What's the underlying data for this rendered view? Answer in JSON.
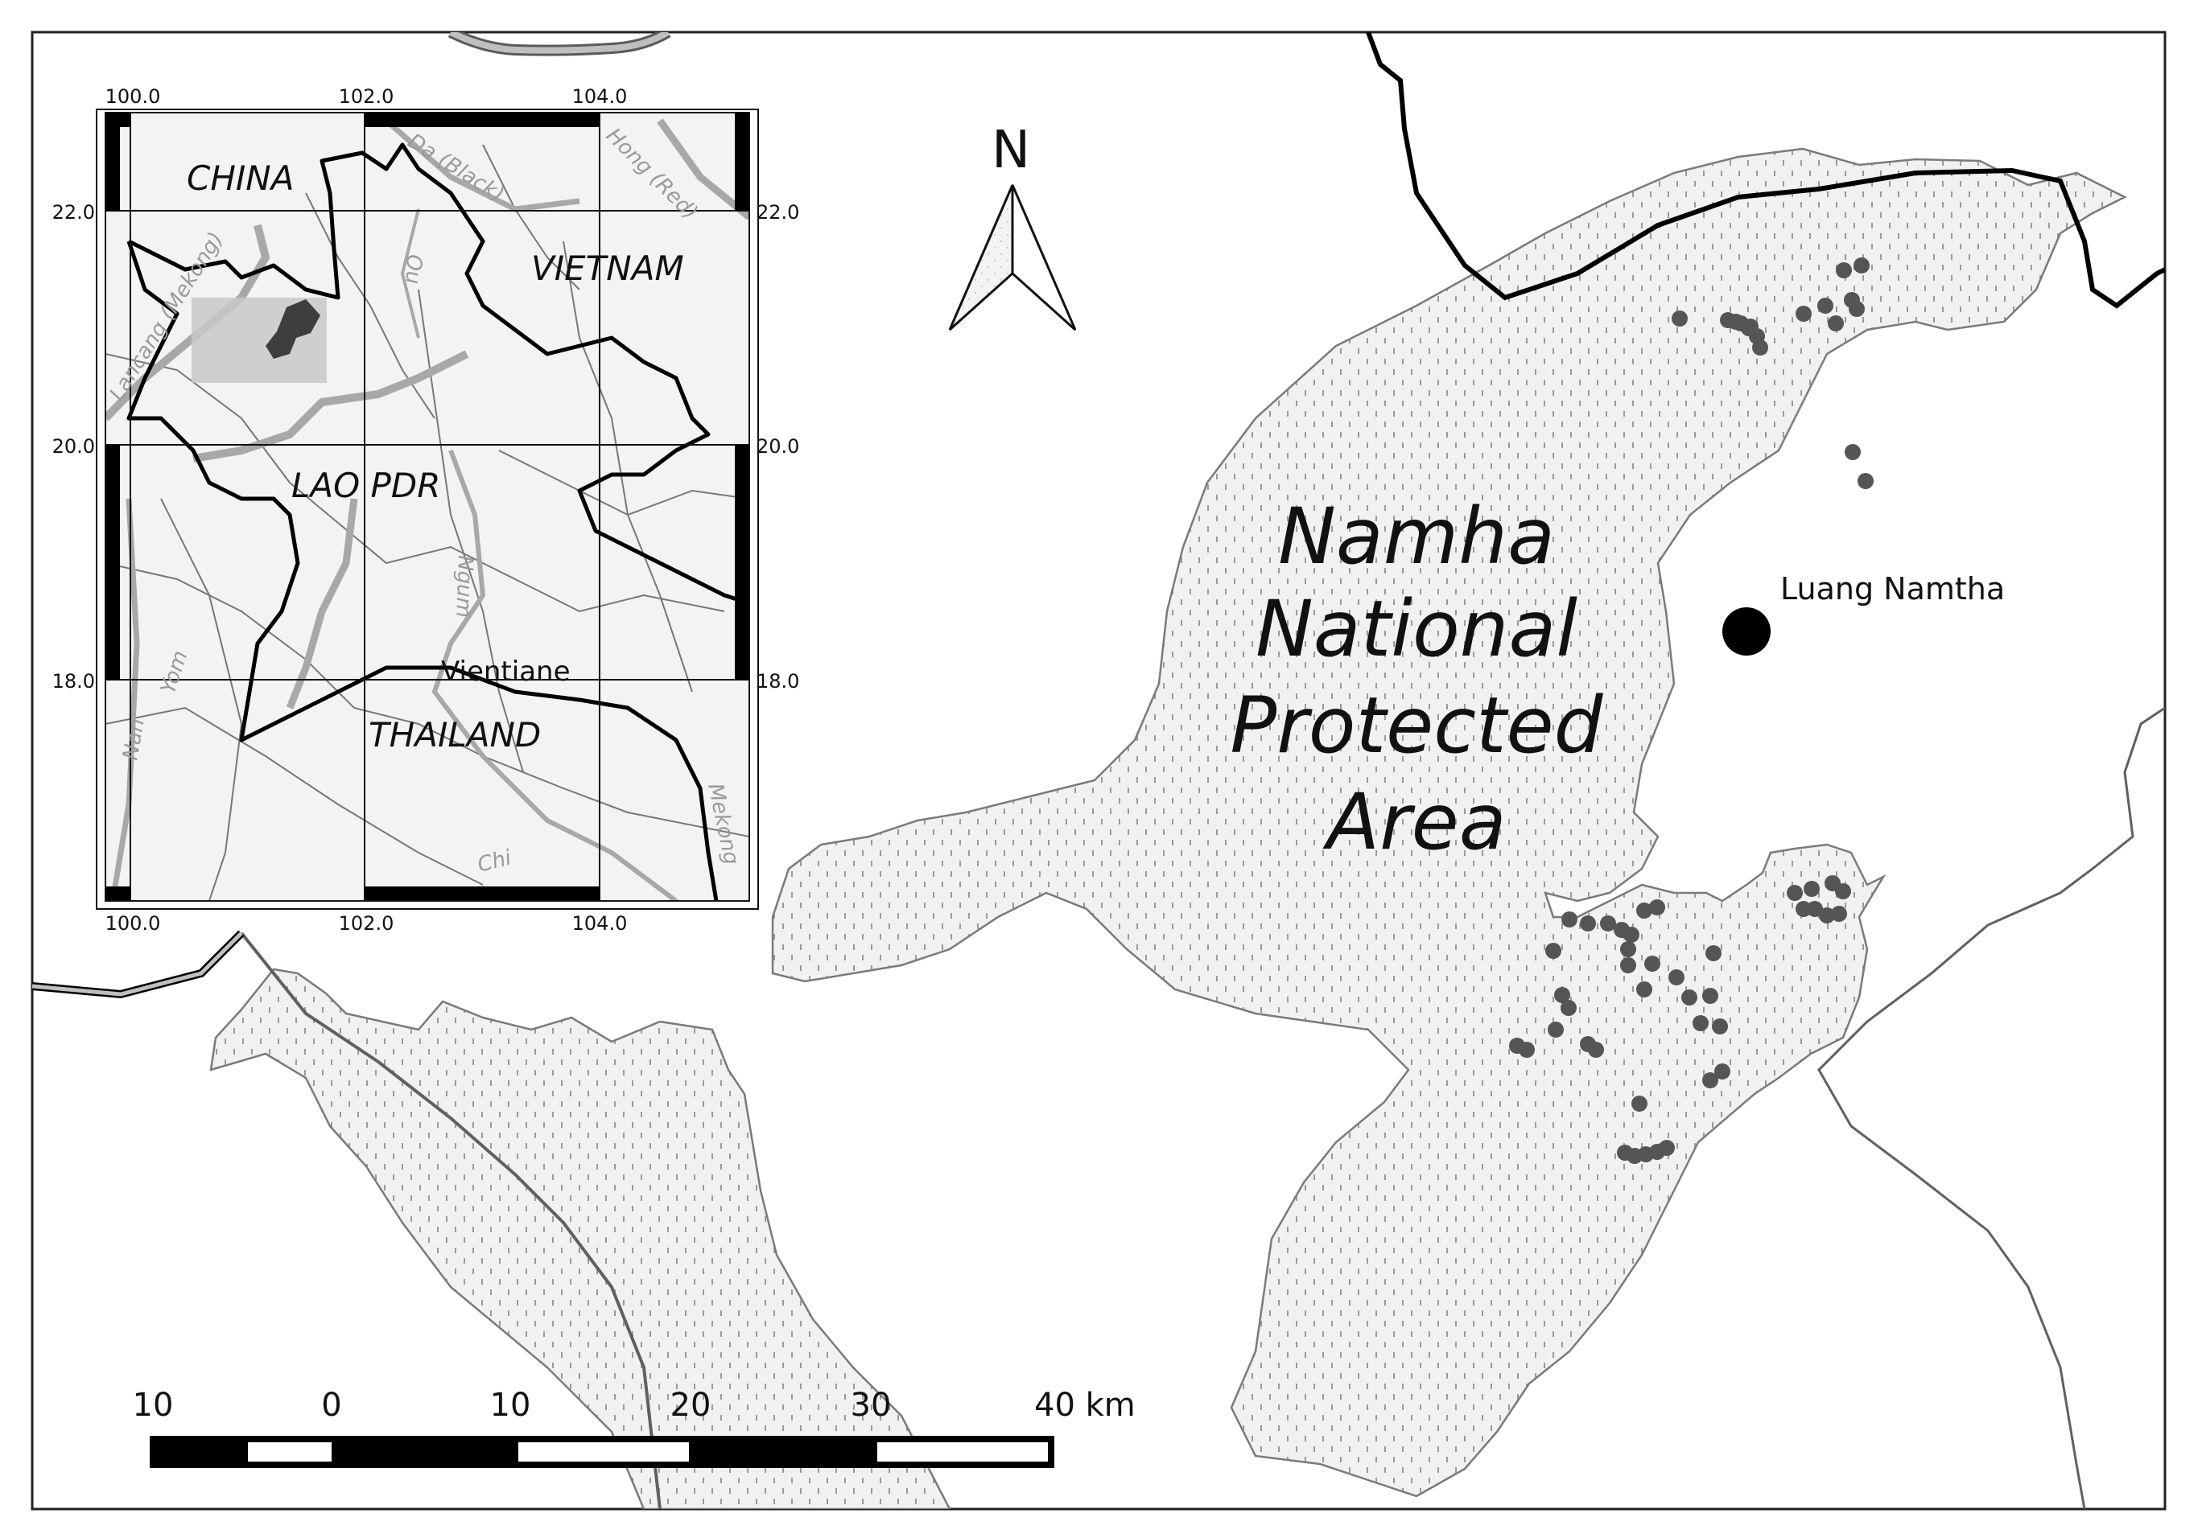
{
  "main_map": {
    "protected_area_label": [
      "Namha",
      "National",
      "Protected",
      "Area"
    ],
    "town": {
      "name": "Luang Namtha"
    },
    "north_arrow": {
      "label": "N"
    },
    "scale_bar": {
      "labels": [
        "10",
        "0",
        "10",
        "20",
        "30",
        "40 km"
      ]
    },
    "colors": {
      "hatch_fill": "#efefef",
      "hatch_stroke": "#9a9a9a",
      "points": "#555555",
      "border": "#000000",
      "river": "#606060"
    }
  },
  "inset_map": {
    "top_ticks": [
      "100.0",
      "102.0",
      "104.0"
    ],
    "bottom_ticks": [
      "100.0",
      "102.0",
      "104.0"
    ],
    "left_ticks": [
      "22.0",
      "20.0",
      "18.0"
    ],
    "right_ticks": [
      "22.0",
      "20.0",
      "18.0"
    ],
    "countries": [
      "CHINA",
      "VIETNAM",
      "LAO PDR",
      "THAILAND"
    ],
    "city": "Vientiane",
    "rivers": [
      "Lancang (Mekong)",
      "Da (Black)",
      "Hong (Red)",
      "Ou",
      "Ngum",
      "Yom",
      "Chi",
      "Mekong",
      "Nan"
    ]
  }
}
